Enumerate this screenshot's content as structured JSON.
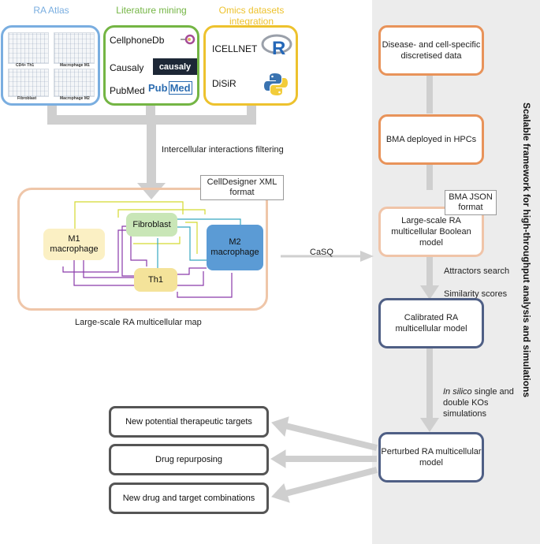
{
  "sources": {
    "ra_atlas": {
      "title": "RA Atlas",
      "color": "#7aaee0",
      "thumbs": [
        "CD4+ Th1",
        "Macrophage M1",
        "Fibroblast",
        "Macrophage M2"
      ]
    },
    "literature": {
      "title": "Literature mining",
      "color": "#74b544",
      "items": [
        "CellphoneDb",
        "Causaly",
        "PubMed"
      ],
      "logos": {
        "causaly": "causaly",
        "pubmed_a": "Pub",
        "pubmed_b": "Med"
      }
    },
    "omics": {
      "title": "Omics datasets integration",
      "color": "#edc22e",
      "items": [
        "ICELLNET",
        "DiSiR"
      ],
      "r_logo": "R"
    }
  },
  "filter_label": "Intercellular interactions filtering",
  "map": {
    "format_label": "CellDesigner XML format",
    "caption": "Large-scale RA multicellular map",
    "nodes": {
      "m1": "M1 macrophage",
      "fibroblast": "Fibroblast",
      "m2": "M2 macrophage",
      "th1": "Th1"
    },
    "colors": {
      "m1": "#fbf0c4",
      "fibroblast": "#c9e6b7",
      "m2": "#5b9bd5",
      "th1": "#f4e39a"
    }
  },
  "casq_label": "CaSQ",
  "framework": {
    "title": "Scalable framework for high-throughput analysis and simulations",
    "steps": [
      {
        "label": "Disease- and cell-specific discretised data",
        "color": "#e8935a"
      },
      {
        "label": "BMA deployed in HPCs",
        "color": "#e8935a"
      },
      {
        "label": "Large-scale RA multicellular Boolean model",
        "color": "#f0c4a8"
      },
      {
        "label": "Calibrated RA multicellular model",
        "color": "#4f5f85"
      },
      {
        "label": "Perturbed RA multicellular model",
        "color": "#4f5f85"
      }
    ],
    "bma_format": "BMA JSON format",
    "attractors": "Attractors search",
    "similarity": "Similarity scores",
    "insilico_italic": "In silico",
    "insilico_rest": " single and double KOs simulations"
  },
  "outputs": [
    "New potential therapeutic targets",
    "Drug repurposing",
    "New drug and target combinations"
  ]
}
